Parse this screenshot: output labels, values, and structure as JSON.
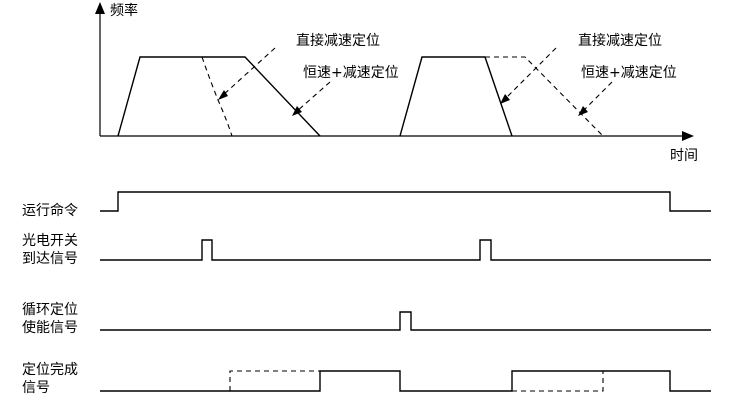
{
  "axis": {
    "y_label": "频率",
    "x_label": "时间"
  },
  "annotations": {
    "left_direct": "直接减速定位",
    "left_const": "恒速+减速定位",
    "right_direct": "直接减速定位",
    "right_const": "恒速+减速定位"
  },
  "signals": {
    "run_command": [
      "运行命令"
    ],
    "photo_switch": [
      "光电开关",
      "到达信号"
    ],
    "cycle_enable": [
      "循环定位",
      "使能信号"
    ],
    "positioning_done": [
      "定位完成",
      "信号"
    ]
  }
}
